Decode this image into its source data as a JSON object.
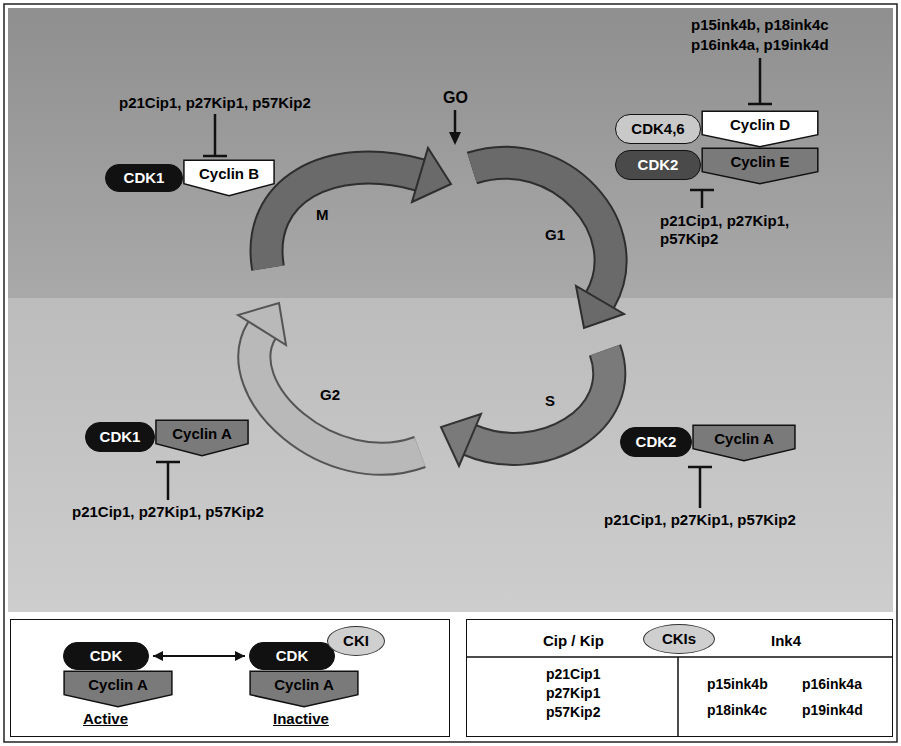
{
  "diagram": {
    "nodes": [
      {
        "text": [
          "CDK1"
        ]
      },
      {
        "text": [
          "Cyclin B"
        ]
      },
      {
        "text": [
          "CDK4,6"
        ]
      },
      {
        "text": [
          "Cyclin D"
        ]
      },
      {
        "text": [
          "CDK2"
        ]
      },
      {
        "text": [
          "Cyclin E"
        ]
      },
      {
        "text": [
          "CDK1"
        ]
      },
      {
        "text": [
          "Cyclin A"
        ]
      },
      {
        "text": [
          "CDK2"
        ]
      },
      {
        "text": [
          "Cyclin A"
        ]
      },
      {
        "text": [
          "Active",
          "Inactive"
        ]
      },
      {
        "text": [
          "CDK"
        ],
        "in": 10
      },
      {
        "text": [
          "Cyclin A"
        ],
        "in": 10
      },
      {
        "text": [
          "CDK"
        ],
        "in": 10
      },
      {
        "text": [
          "Cyclin A"
        ],
        "in": 10
      },
      {
        "text": [
          "CKI"
        ],
        "in": 10
      },
      {
        "text": [
          "Cip / Kip",
          "Ink4",
          "p21Cip1",
          "p27Kip1",
          "p57Kip2",
          "p15ink4b",
          "p16ink4a",
          "p18ink4c",
          "p19ink4d"
        ]
      },
      {
        "text": [
          "CKIs"
        ],
        "in": 16
      }
    ],
    "edges": [
      {
        "from": 11,
        "to": 13,
        "arrow": "both"
      }
    ],
    "labels": [
      "GO",
      "M",
      "G1",
      "S",
      "G2",
      "p21Cip1, p27Kip1, p57Kip2",
      "p15ink4b, p18ink4c",
      "p16ink4a, p19ink4d",
      "p21Cip1, p27Kip1, p57Kip2",
      "p21Cip1, p27Kip1, p57Kip2",
      "p21Cip1, p27Kip1, p57Kip2"
    ]
  }
}
